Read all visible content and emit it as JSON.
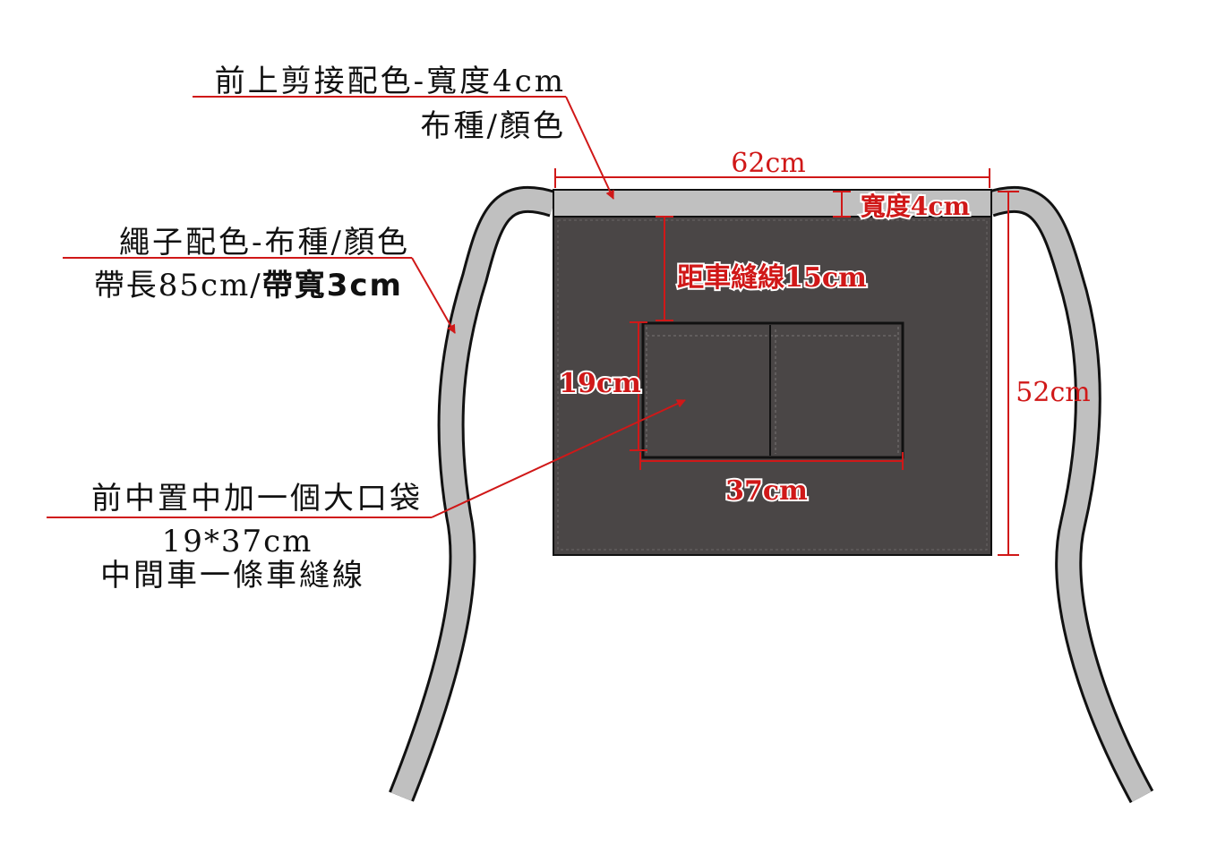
{
  "colors": {
    "apron_body": "#4a4646",
    "strap_fill": "#c0c0c0",
    "outline": "#111111",
    "annotation": "#d01818"
  },
  "callouts": {
    "top_trim": {
      "line1": "前上剪接配色-寬度4cm",
      "line2": "布種/顏色"
    },
    "strap": {
      "line1": "繩子配色-布種/顏色",
      "line2_a": "帶長85cm/",
      "line2_b": "帶寬3cm"
    },
    "pocket": {
      "line1": "前中置中加一個大口袋",
      "line2": "19*37cm",
      "line3": "中間車一條車縫線"
    }
  },
  "dimensions": {
    "width": "62cm",
    "trim_width": "寬度4cm",
    "pocket_offset": "距車縫線15cm",
    "pocket_height": "19cm",
    "pocket_width": "37cm",
    "height": "52cm"
  }
}
